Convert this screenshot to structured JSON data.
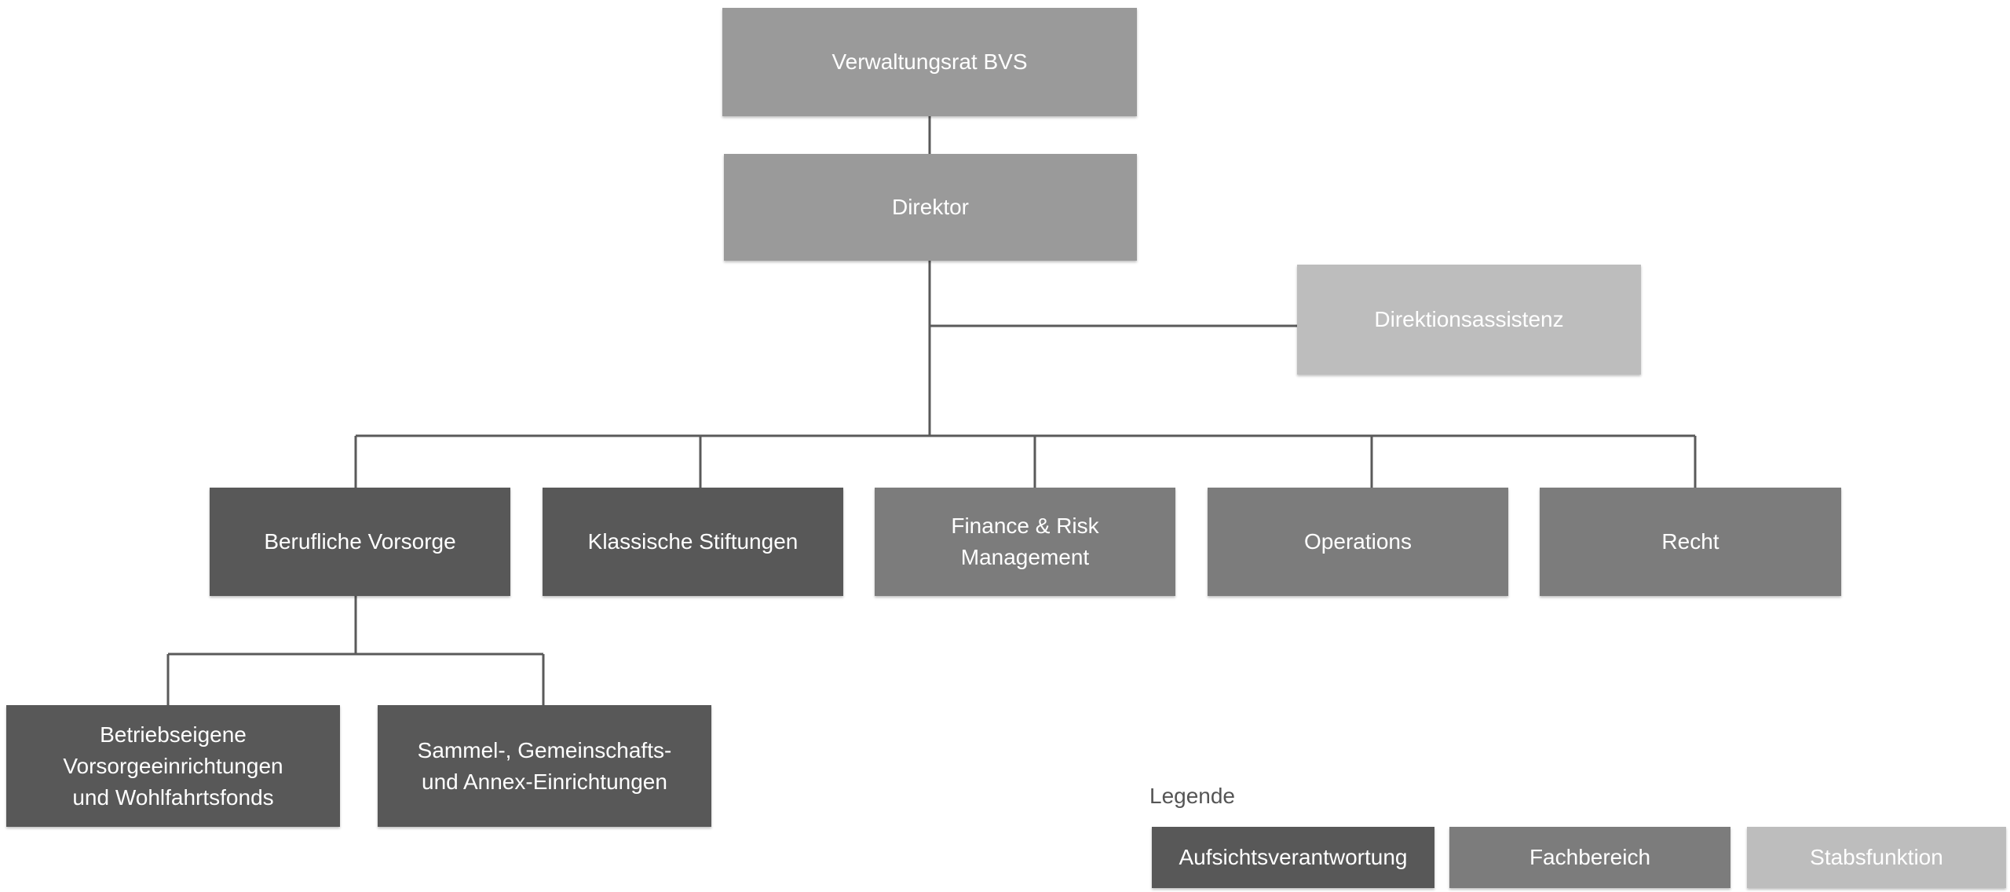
{
  "colors": {
    "aufsicht": "#585858",
    "fach": "#7c7c7c",
    "top": "#9a9a9a",
    "stab": "#bdbdbd",
    "line": "#5a5a5a"
  },
  "nodes": {
    "verwaltungsrat": {
      "label": "Verwaltungsrat BVS",
      "kind": "top"
    },
    "direktor": {
      "label": "Direktor",
      "kind": "top"
    },
    "direktionsassistenz": {
      "label": "Direktionsassistenz",
      "kind": "stab"
    },
    "berufliche_vorsorge": {
      "label": "Berufliche Vorsorge",
      "kind": "aufsicht"
    },
    "klassische_stiftungen": {
      "label": "Klassische Stiftungen",
      "kind": "aufsicht"
    },
    "finance_risk": {
      "label": "Finance & Risk\nManagement",
      "kind": "fach"
    },
    "operations": {
      "label": "Operations",
      "kind": "fach"
    },
    "recht": {
      "label": "Recht",
      "kind": "fach"
    },
    "betriebseigene": {
      "label": "Betriebseigene\nVorsorgeeinrichtungen\nund Wohlfahrtsfonds",
      "kind": "aufsicht"
    },
    "sammel": {
      "label": "Sammel-, Gemeinschafts-\nund Annex-Einrichtungen",
      "kind": "aufsicht"
    }
  },
  "legend": {
    "title": "Legende",
    "items": [
      {
        "label": "Aufsichtsverantwortung",
        "kind": "aufsicht"
      },
      {
        "label": "Fachbereich",
        "kind": "fach"
      },
      {
        "label": "Stabsfunktion",
        "kind": "stab"
      }
    ]
  }
}
